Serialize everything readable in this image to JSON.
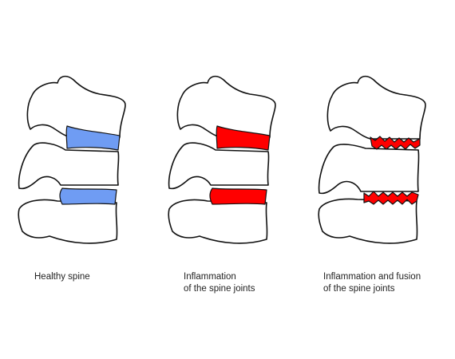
{
  "panels": [
    {
      "caption": [
        "Healthy spine"
      ],
      "disc_state": "healthy",
      "disc_color": "#6f9cf3"
    },
    {
      "caption": [
        "Inflammation",
        "of the spine joints"
      ],
      "disc_state": "inflamed",
      "disc_color": "#ff0000"
    },
    {
      "caption": [
        "Inflammation and fusion",
        "of the spine joints"
      ],
      "disc_state": "fused",
      "disc_color": "#ff0000"
    }
  ]
}
